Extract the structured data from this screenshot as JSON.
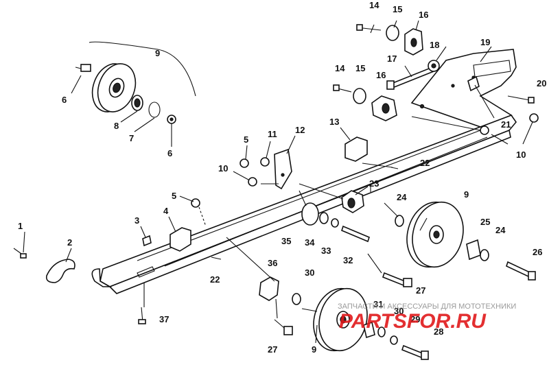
{
  "callouts": {
    "c1": "1",
    "c2": "2",
    "c3": "3",
    "c4": "4",
    "c5a": "5",
    "c5b": "5",
    "c6a": "6",
    "c6b": "6",
    "c7": "7",
    "c8": "8",
    "c9a": "9",
    "c9b": "9",
    "c9c": "9",
    "c10a": "10",
    "c10b": "10",
    "c11": "11",
    "c12": "12",
    "c13": "13",
    "c14a": "14",
    "c14b": "14",
    "c15a": "15",
    "c15b": "15",
    "c16a": "16",
    "c16b": "16",
    "c17": "17",
    "c18": "18",
    "c19": "19",
    "c20": "20",
    "c21": "21",
    "c22a": "22",
    "c22b": "22",
    "c23": "23",
    "c24a": "24",
    "c24b": "24",
    "c25": "25",
    "c26": "26",
    "c27a": "27",
    "c27b": "27",
    "c28": "28",
    "c29": "29",
    "c30a": "30",
    "c30b": "30",
    "c31": "31",
    "c32": "32",
    "c33": "33",
    "c34": "34",
    "c35": "35",
    "c36": "36",
    "c37": "37"
  },
  "watermark": {
    "caption": "ЗАПЧАСТИ И АКСЕССУАРЫ ДЛЯ МОТОТЕХНИКИ",
    "logo": "PARTSFOR.RU"
  },
  "colors": {
    "ink": "#111111",
    "background": "#ffffff",
    "watermark_red": "#e0191b"
  }
}
